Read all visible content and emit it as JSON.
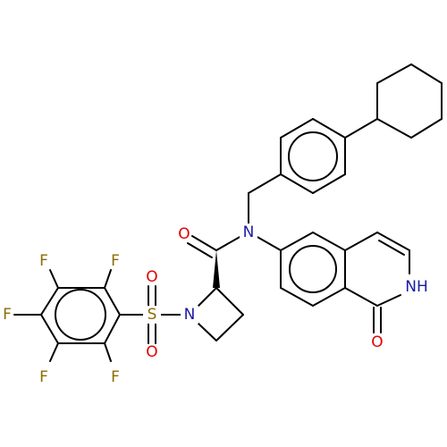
{
  "structure": {
    "atoms": {
      "F": "F",
      "O": "O",
      "S": "S",
      "N": "N",
      "NH": "NH"
    }
  },
  "colors": {
    "bond": "#000000",
    "F": "#8b6d00",
    "S": "#8b6d00",
    "O": "#e00000",
    "N": "#1a1aa6",
    "background": "#ffffff"
  }
}
